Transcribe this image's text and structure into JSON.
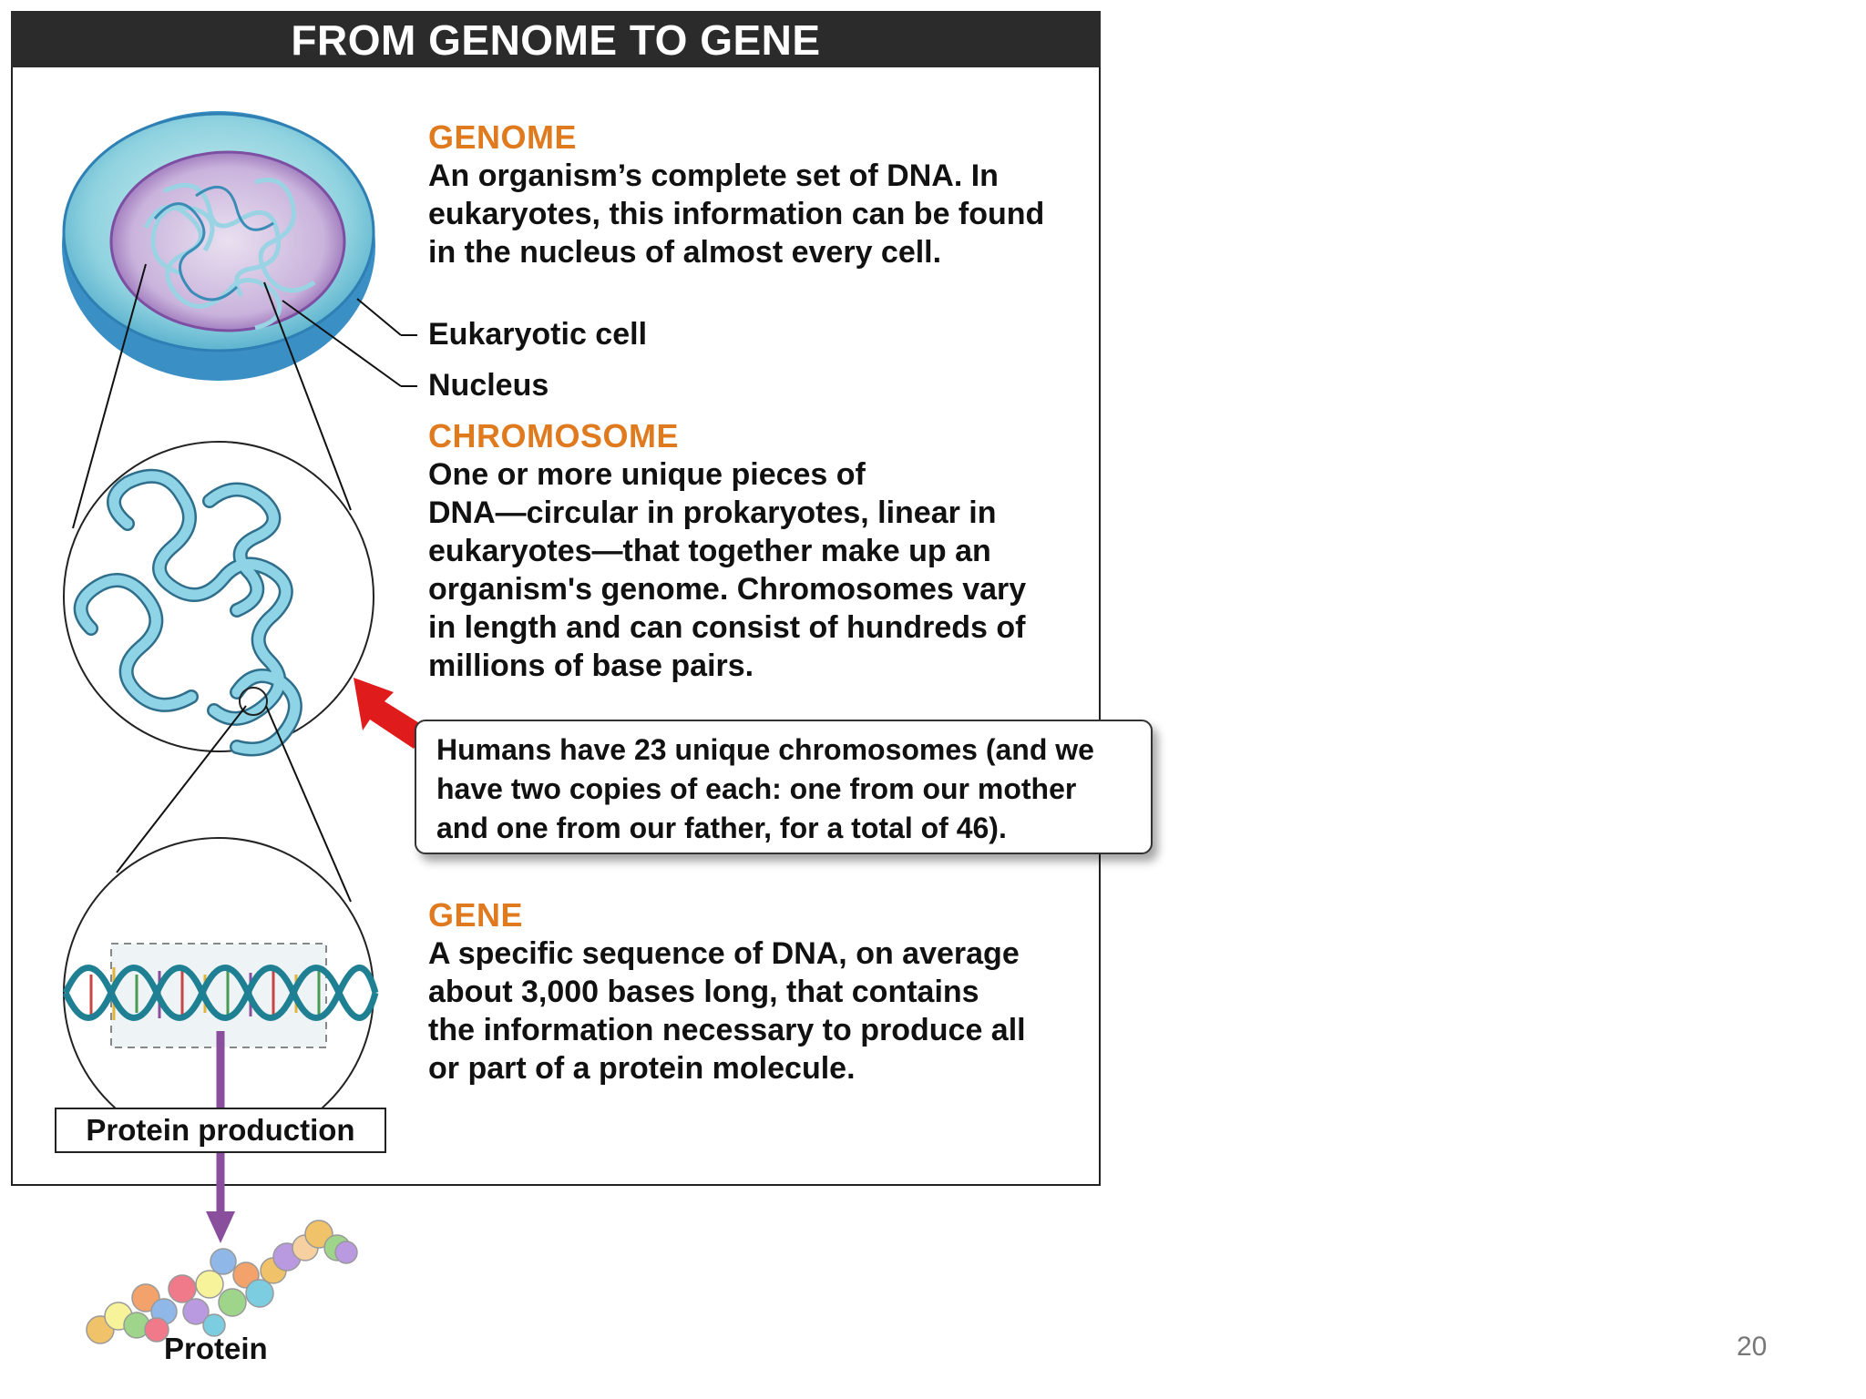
{
  "title": "FROM GENOME TO GENE",
  "genome": {
    "heading": "GENOME",
    "lines": [
      "An organism’s complete set of DNA. In",
      "eukaryotes, this information can be found",
      "in the nucleus of almost every cell."
    ]
  },
  "labels": {
    "eukaryotic_cell": "Eukaryotic cell",
    "nucleus": "Nucleus",
    "protein_production": "Protein production",
    "protein": "Protein"
  },
  "chromosome": {
    "heading": "CHROMOSOME",
    "lines": [
      "One or more unique pieces of",
      "DNA—circular in prokaryotes, linear in",
      "eukaryotes—that together make up an",
      "organism's genome. Chromosomes vary",
      "in length and can consist of hundreds of",
      "millions of base pairs."
    ]
  },
  "callout": {
    "lines": [
      "Humans have 23 unique chromosomes (and we",
      "have two copies of each: one from our mother",
      "and one from our father, for a total of 46)."
    ]
  },
  "gene": {
    "heading": "GENE",
    "lines": [
      "A specific sequence of DNA, on average",
      "about 3,000 bases long, that contains",
      "the information necessary to produce all",
      "or part of a protein molecule."
    ]
  },
  "slide_number": "20",
  "colors": {
    "heading_orange": "#e07a1f",
    "title_bar": "#2b2b2b",
    "arrow_red": "#e01b1b",
    "arrow_purple": "#8a4f9c",
    "chromosome_blue": "#7fcbe0"
  }
}
